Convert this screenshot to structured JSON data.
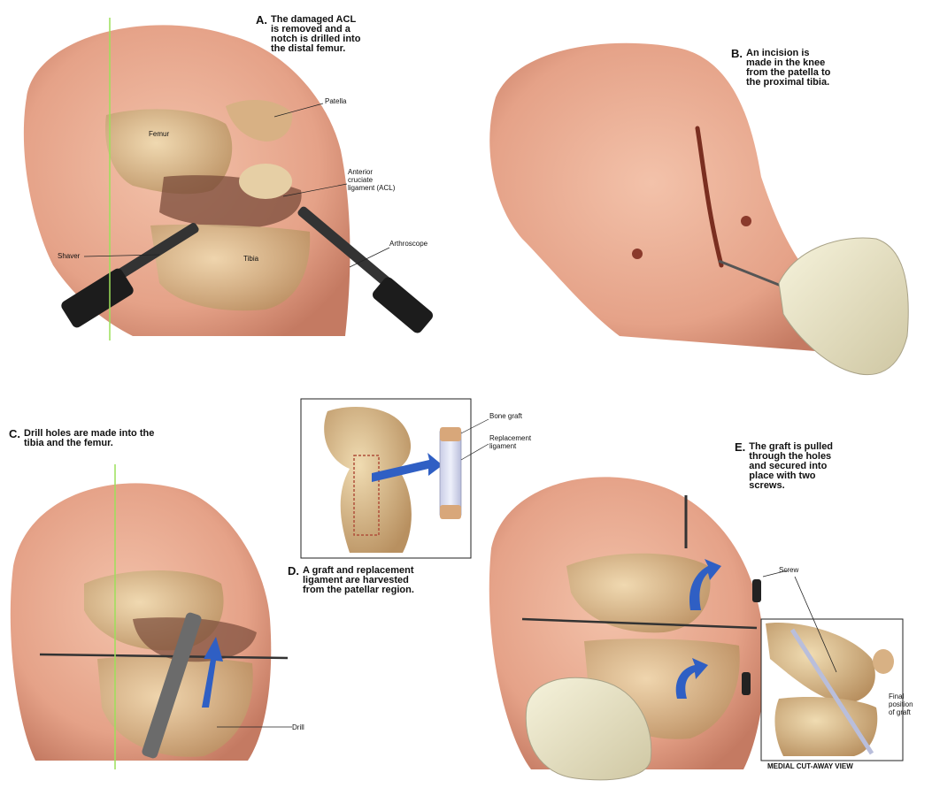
{
  "panels": {
    "a": {
      "letter": "A.",
      "caption_lines": [
        "The damaged ACL",
        "is removed and a",
        "notch is drilled into",
        "the distal femur."
      ],
      "labels": {
        "patella": "Patella",
        "femur": "Femur",
        "acl_1": "Anterior",
        "acl_2": "cruciate",
        "acl_3": "ligament (ACL)",
        "shaver": "Shaver",
        "tibia": "Tibia",
        "arthroscope": "Arthroscope"
      }
    },
    "b": {
      "letter": "B.",
      "caption_lines": [
        "An incision is",
        "made in the knee",
        "from the patella to",
        "the proximal tibia."
      ]
    },
    "c": {
      "letter": "C.",
      "caption_lines": [
        "Drill holes are made into the",
        "tibia and the femur."
      ],
      "labels": {
        "drill": "Drill"
      }
    },
    "d": {
      "letter": "D.",
      "caption_lines": [
        "A graft and replacement",
        "ligament are harvested",
        "from the patellar region."
      ],
      "labels": {
        "bone_graft": "Bone graft",
        "replacement_1": "Replacement",
        "replacement_2": "ligament"
      }
    },
    "e": {
      "letter": "E.",
      "caption_lines": [
        "The graft is pulled",
        "through the holes",
        "and secured into",
        "place with two",
        "screws."
      ],
      "labels": {
        "screw": "Screw",
        "final_1": "Final",
        "final_2": "position",
        "final_3": "of graft",
        "cutaway": "MEDIAL CUT-AWAY VIEW"
      }
    }
  },
  "colors": {
    "skin": "#e9a98f",
    "skin_dark": "#c97f67",
    "bone": "#d9b98a",
    "instrument": "#2a2a2a",
    "arrow_blue": "#2f5fc4",
    "green_line": "#9be05a",
    "glove": "#ece7c9"
  }
}
